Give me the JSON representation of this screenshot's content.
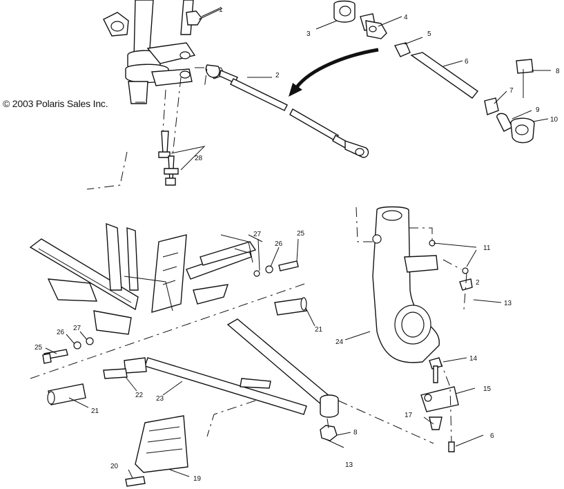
{
  "copyright": "© 2003 Polaris Sales Inc.",
  "callouts": {
    "c1": "1",
    "c2": "2",
    "c3": "3",
    "c4": "4",
    "c5": "5",
    "c6": "6",
    "c7": "7",
    "c8": "8",
    "c9": "9",
    "c10": "10",
    "c28": "28",
    "c27": "27",
    "c26": "26",
    "c25": "25",
    "c11": "11",
    "c12": "2",
    "c13": "13",
    "c21a": "21",
    "c24": "24",
    "c26b": "26",
    "c27b": "27",
    "c25b": "25",
    "c14": "14",
    "c22": "22",
    "c23": "23",
    "c15": "15",
    "c21b": "21",
    "c17": "17",
    "c8b": "8",
    "c16": "6",
    "c13b": "13",
    "c20": "20",
    "c19": "19"
  }
}
